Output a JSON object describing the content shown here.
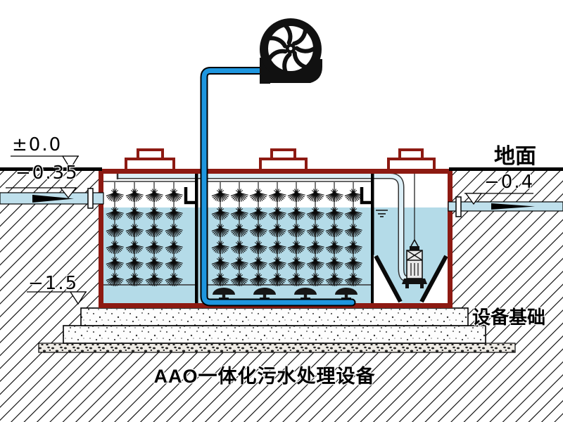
{
  "diagram": {
    "title": "AAO一体化污水处理设备",
    "labels": {
      "ground": "地面",
      "foundation": "设备基础"
    },
    "elevations": {
      "ground": "±0.0",
      "inlet": "−0.35",
      "outlet": "−0.4",
      "bottom": "−1.5"
    },
    "icons": {
      "blower": "centrifugal-blower-icon",
      "pump": "submersible-pump-icon",
      "media": "biofilm-media-icon",
      "diffuser": "air-diffuser-icon",
      "flow_arrow": "flow-arrow-icon",
      "elevation_marker": "elevation-marker-icon",
      "water_level": "water-level-icon"
    },
    "colors": {
      "tank_outline": "#8d1a12",
      "water": "#b4dbe8",
      "air_pipe_blue": "#1e96df",
      "pipe_fill": "#dceff7",
      "ink": "#000000"
    }
  }
}
